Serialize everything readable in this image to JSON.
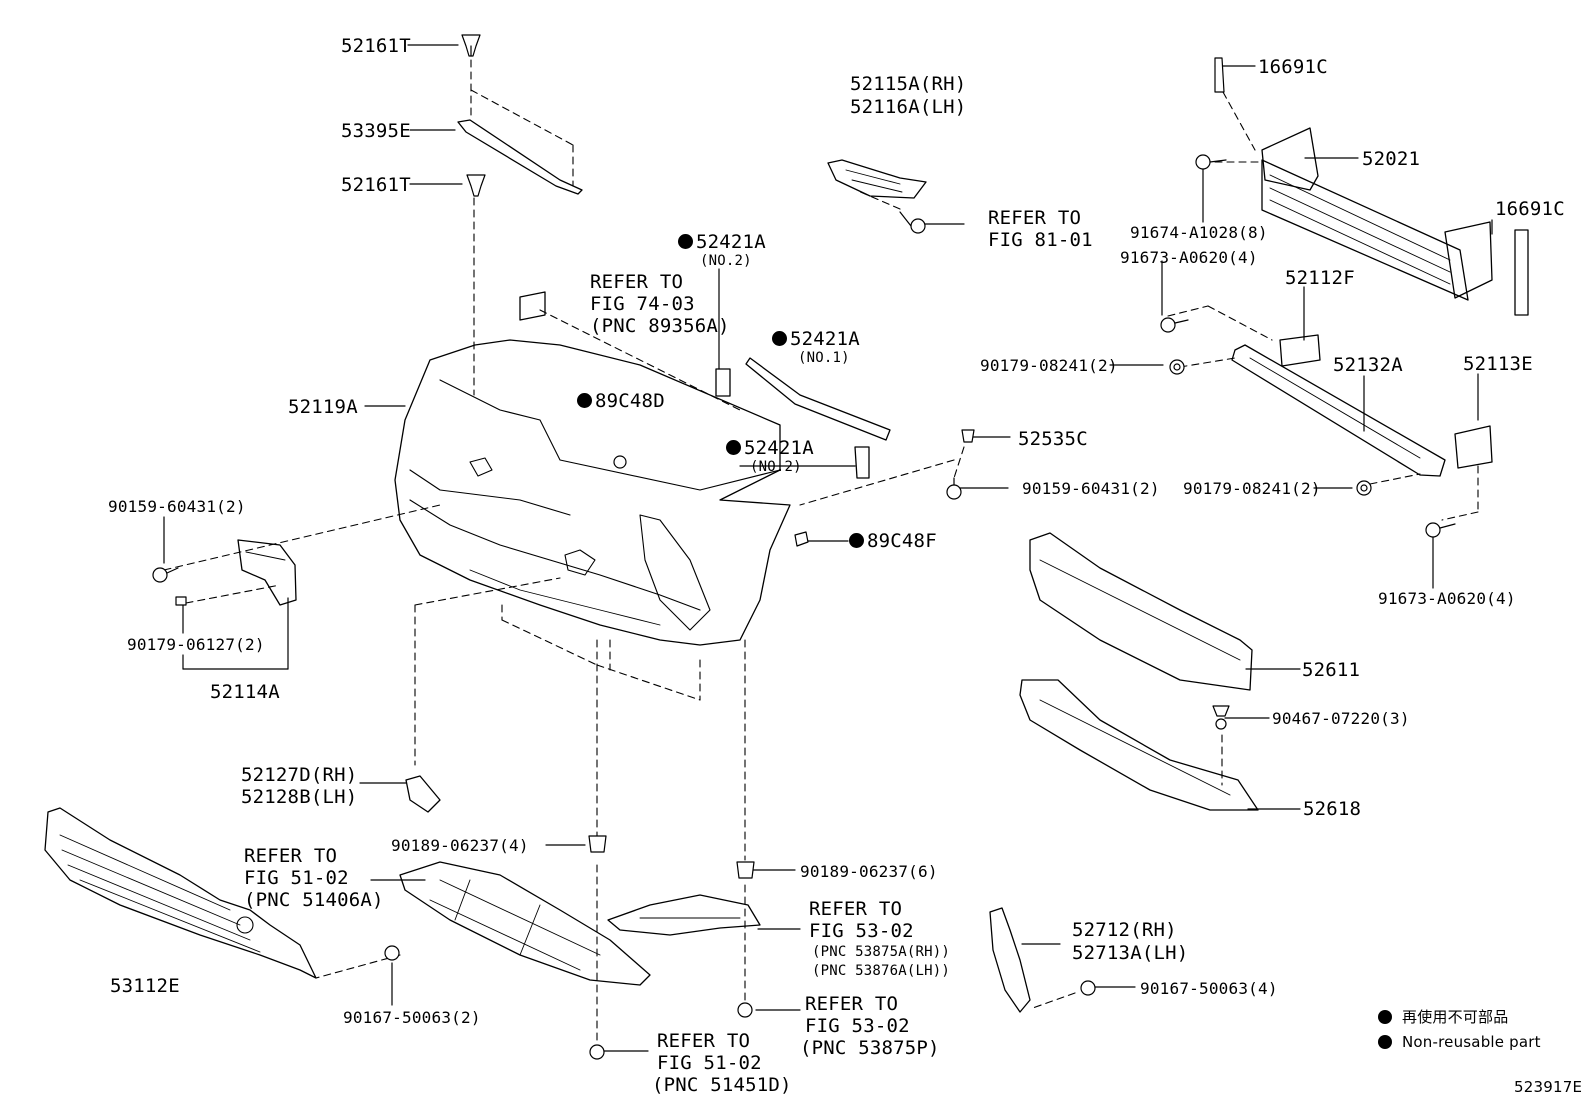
{
  "parts": {
    "p52161T_top": "52161T",
    "p53395E": "53395E",
    "p52161T_mid": "52161T",
    "p52115A": "52115A(RH)",
    "p52116A": "52116A(LH)",
    "ref81_1": "REFER TO",
    "ref81_2": "FIG 81-01",
    "p16691C_top": "16691C",
    "p52021": "52021",
    "p91674": "91674-A1028(8)",
    "p16691C_right": "16691C",
    "p91673_top": "91673-A0620(4)",
    "p52112F": "52112F",
    "p52421A_no2_top": "52421A",
    "no2_top": "(NO.2)",
    "ref74_1": "REFER TO",
    "ref74_2": "FIG 74-03",
    "ref74_3": "(PNC 89356A)",
    "p52421A_no1": "52421A",
    "no1": "(NO.1)",
    "p52119A": "52119A",
    "p89C48D": "89C48D",
    "p52421A_no2_bot": "52421A",
    "no2_bot": "(NO.2)",
    "p90179_08241_a": "90179-08241(2)",
    "p52132A": "52132A",
    "p52113E": "52113E",
    "p52535C": "52535C",
    "p90159_right": "90159-60431(2)",
    "p90179_08241_b": "90179-08241(2)",
    "p90159_left": "90159-60431(2)",
    "p89C48F": "89C48F",
    "p91673_bot": "91673-A0620(4)",
    "p90179_06127": "90179-06127(2)",
    "p52114A": "52114A",
    "p52611": "52611",
    "p90467": "90467-07220(3)",
    "p52127D": "52127D(RH)",
    "p52128B": "52128B(LH)",
    "p52618": "52618",
    "p90189_4": "90189-06237(4)",
    "p90189_6": "90189-06237(6)",
    "ref51_1": "REFER TO",
    "ref51_2": "FIG 51-02",
    "ref51_3": "(PNC 51406A)",
    "ref53a_1": "REFER TO",
    "ref53a_2": "FIG 53-02",
    "ref53a_3": "(PNC 53875A(RH))",
    "ref53a_4": "(PNC 53876A(LH))",
    "p52712": "52712(RH)",
    "p52713A": "52713A(LH)",
    "p53112E": "53112E",
    "p90167_right": "90167-50063(4)",
    "p90167_left": "90167-50063(2)",
    "ref53b_1": "REFER TO",
    "ref53b_2": "FIG 53-02",
    "ref53b_3": "(PNC 53875P)",
    "ref51b_1": "REFER TO",
    "ref51b_2": "FIG 51-02",
    "ref51b_3": "(PNC 51451D)"
  },
  "legend": {
    "jp": "再使用不可部品",
    "en": "Non-reusable part"
  },
  "diagram_code": "523917E"
}
